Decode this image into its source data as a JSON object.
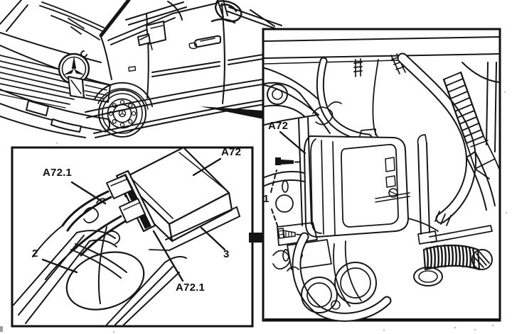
{
  "colors": {
    "line": "#151515",
    "background": "#ffffff",
    "arrow_fill": "#141414"
  },
  "vehicle": {
    "kind": "van-front-three-quarter-line-drawing"
  },
  "detail_inset": {
    "labels": {
      "connector_top": "A72.1",
      "module": "A72",
      "frame": "2",
      "bracket": "3",
      "connector_bottom": "A72.1"
    }
  },
  "location_inset": {
    "labels": {
      "module": "A72",
      "bolts": "1"
    }
  }
}
